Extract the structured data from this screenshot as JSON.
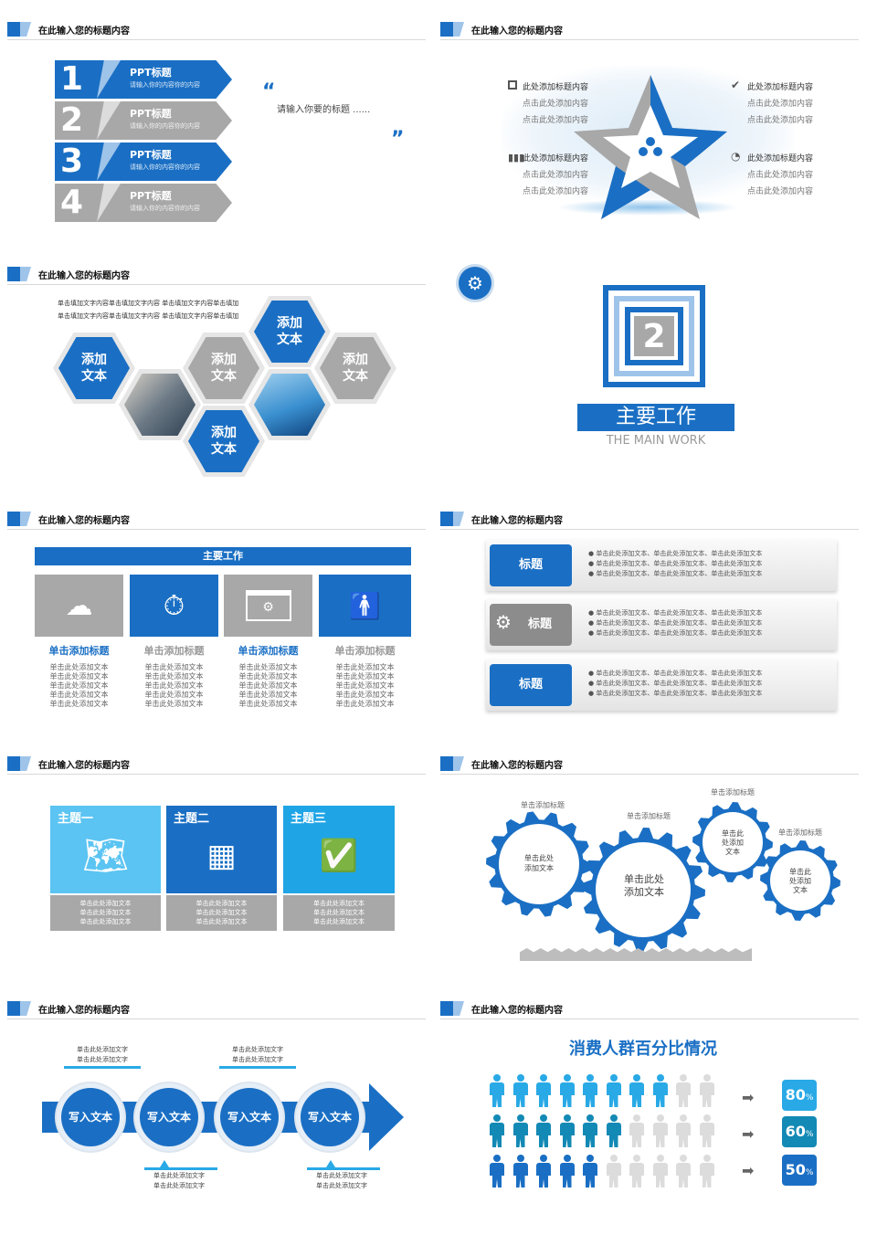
{
  "slide_title": "在此输入您的标题内容",
  "s1": {
    "items": [
      {
        "num": "1",
        "title": "PPT标题",
        "sub": "请输入你的内容你的内容"
      },
      {
        "num": "2",
        "title": "PPT标题",
        "sub": "请输入你的内容你的内容"
      },
      {
        "num": "3",
        "title": "PPT标题",
        "sub": "请输入你的内容你的内容"
      },
      {
        "num": "4",
        "title": "PPT标题",
        "sub": "请输入你的内容你的内容"
      }
    ],
    "quote": "请输入你要的标题 ......"
  },
  "s2": {
    "blocks": [
      {
        "title": "此处添加标题内容",
        "l1": "点击此处添加内容",
        "l2": "点击此处添加内容"
      },
      {
        "title": "此处添加标题内容",
        "l1": "点击此处添加内容",
        "l2": "点击此处添加内容"
      },
      {
        "title": "此处添加标题内容",
        "l1": "点击此处添加内容",
        "l2": "点击此处添加内容"
      },
      {
        "title": "此处添加标题内容",
        "l1": "点击此处添加内容",
        "l2": "点击此处添加内容"
      }
    ]
  },
  "s3": {
    "desc1": "单击填加文字内容单击填加文字内容 单击填加文字内容单击填加",
    "desc2": "单击填加文字内容单击填加文字内容 单击填加文字内容单击填加",
    "hex_label_1": "添加",
    "hex_label_2": "文本"
  },
  "s4": {
    "number": "2",
    "title": "主要工作",
    "subtitle": "THE MAIN WORK"
  },
  "s5": {
    "bar": "主要工作",
    "cols": [
      {
        "title": "单击添加标题",
        "lines": [
          "单击此处添加文本",
          "单击此处添加文本",
          "单击此处添加文本",
          "单击此处添加文本",
          "单击此处添加文本"
        ]
      },
      {
        "title": "单击添加标题",
        "lines": [
          "单击此处添加文本",
          "单击此处添加文本",
          "单击此处添加文本",
          "单击此处添加文本",
          "单击此处添加文本"
        ]
      },
      {
        "title": "单击添加标题",
        "lines": [
          "单击此处添加文本",
          "单击此处添加文本",
          "单击此处添加文本",
          "单击此处添加文本",
          "单击此处添加文本"
        ]
      },
      {
        "title": "单击添加标题",
        "lines": [
          "单击此处添加文本",
          "单击此处添加文本",
          "单击此处添加文本",
          "单击此处添加文本",
          "单击此处添加文本"
        ]
      }
    ]
  },
  "s6": {
    "rows": [
      {
        "label": "标题",
        "lines": [
          "单击此处添加文本、单击此处添加文本、单击此处添加文本",
          "单击此处添加文本、单击此处添加文本、单击此处添加文本",
          "单击此处添加文本、单击此处添加文本、单击此处添加文本"
        ]
      },
      {
        "label": "标题",
        "lines": [
          "单击此处添加文本、单击此处添加文本、单击此处添加文本",
          "单击此处添加文本、单击此处添加文本、单击此处添加文本",
          "单击此处添加文本、单击此处添加文本、单击此处添加文本"
        ]
      },
      {
        "label": "标题",
        "lines": [
          "单击此处添加文本、单击此处添加文本、单击此处添加文本",
          "单击此处添加文本、单击此处添加文本、单击此处添加文本",
          "单击此处添加文本、单击此处添加文本、单击此处添加文本"
        ]
      }
    ]
  },
  "s7": {
    "cards": [
      {
        "title": "主题一",
        "lines": [
          "单击此处添加文本",
          "单击此处添加文本",
          "单击此处添加文本"
        ]
      },
      {
        "title": "主题二",
        "lines": [
          "单击此处添加文本",
          "单击此处添加文本",
          "单击此处添加文本"
        ]
      },
      {
        "title": "主题三",
        "lines": [
          "单击此处添加文本",
          "单击此处添加文本",
          "单击此处添加文本"
        ]
      }
    ]
  },
  "s8": {
    "gears": [
      {
        "label": "单击添加标题",
        "t1": "单击此处",
        "t2": "添加文本",
        "t3": ""
      },
      {
        "label": "单击添加标题",
        "t1": "单击此处",
        "t2": "添加文本",
        "t3": ""
      },
      {
        "label": "单击添加标题",
        "t1": "单击此",
        "t2": "处添加",
        "t3": "文本"
      },
      {
        "label": "单击添加标题",
        "t1": "单击此",
        "t2": "处添加",
        "t3": "文本"
      }
    ]
  },
  "s9": {
    "circles": [
      "写入文本",
      "写入文本",
      "写入文本",
      "写入文本"
    ],
    "notes": [
      {
        "l1": "单击此处添加文字",
        "l2": "单击此处添加文字"
      },
      {
        "l1": "单击此处添加文字",
        "l2": "单击此处添加文字"
      },
      {
        "l1": "单击此处添加文字",
        "l2": "单击此处添加文字"
      },
      {
        "l1": "单击此处添加文字",
        "l2": "单击此处添加文字"
      }
    ]
  },
  "s10": {
    "title": "消费人群百分比情况",
    "rows": [
      {
        "value": 80,
        "num": "80",
        "unit": "%"
      },
      {
        "value": 60,
        "num": "60",
        "unit": "%"
      },
      {
        "value": 50,
        "num": "50",
        "unit": "%"
      }
    ]
  },
  "colors": {
    "primary": "#1a6fc4",
    "light": "#9fc4ea",
    "grey": "#a8a8a8",
    "sky": "#29a9e6"
  }
}
